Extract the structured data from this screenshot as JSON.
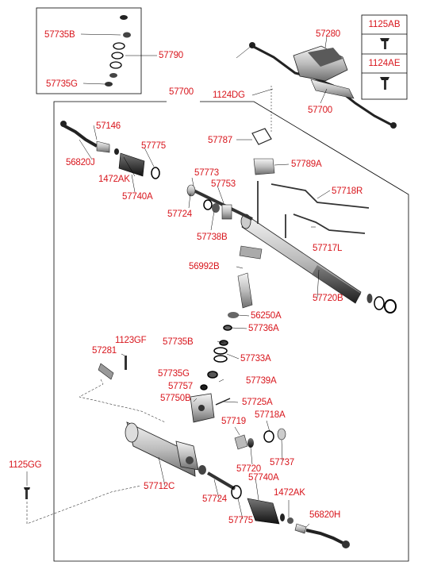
{
  "diagram": {
    "assembly_main": "57700",
    "assembly_mini": "57700",
    "assembly_top": "57280",
    "legend": {
      "bolt_a": "1125AB",
      "bolt_b": "1124AE"
    },
    "seal_kit": {
      "number": "57790",
      "upper_ring": "57735B",
      "lower_ring": "57735G"
    },
    "callouts": {
      "dg1124": "1124DG",
      "p57146": "57146",
      "p56820J": "56820J",
      "p57775_top": "57775",
      "p1472AK_top": "1472AK",
      "p57740A_top": "57740A",
      "p57787": "57787",
      "p57789A": "57789A",
      "p57773": "57773",
      "p57753": "57753",
      "p57724_top": "57724",
      "p57738B": "57738B",
      "p57718R": "57718R",
      "p57717L": "57717L",
      "p56992B": "56992B",
      "p57720B": "57720B",
      "p56250A": "56250A",
      "p57736A": "57736A",
      "p57735B_mid": "57735B",
      "p57733A": "57733A",
      "p1123GF": "1123GF",
      "p57281": "57281",
      "p57735G_mid": "57735G",
      "p57739A": "57739A",
      "p57757": "57757",
      "p57750B": "57750B",
      "p57725A": "57725A",
      "p57719": "57719",
      "p57718A": "57718A",
      "p57720": "57720",
      "p57737": "57737",
      "p1125GG": "1125GG",
      "p57712C": "57712C",
      "p57740A_bot": "57740A",
      "p57724_bot": "57724",
      "p1472AK_bot": "1472AK",
      "p56820H": "56820H",
      "p57775_bot": "57775"
    }
  }
}
